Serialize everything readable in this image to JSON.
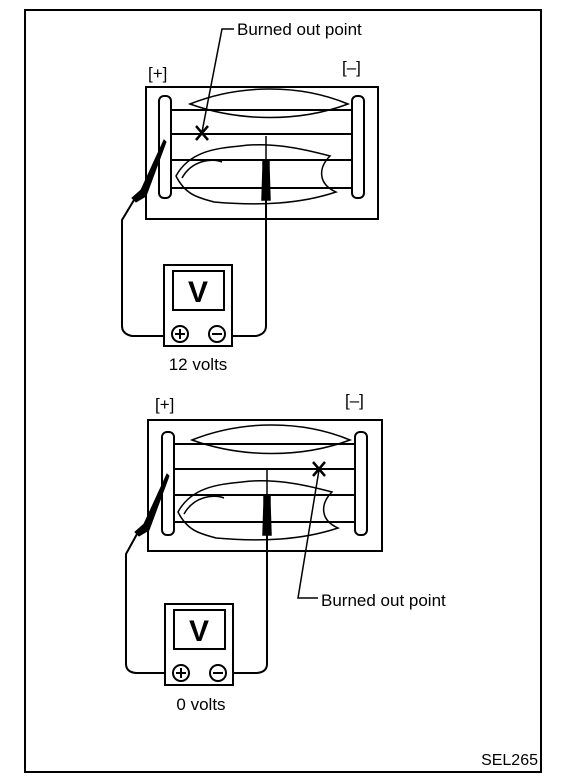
{
  "labels": {
    "burned_out_point": "Burned out point",
    "plus_terminal": "[+]",
    "minus_terminal": "[–]",
    "meter_symbol": "V",
    "top_reading": "12 volts",
    "bottom_reading": "0 volts",
    "figure_code": "SEL265"
  },
  "icons": {
    "break_mark": "cross-mark-icon",
    "meter_positive": "plus-circle-icon",
    "meter_negative": "minus-circle-icon"
  },
  "colors": {
    "line": "#000000",
    "background": "#ffffff"
  }
}
